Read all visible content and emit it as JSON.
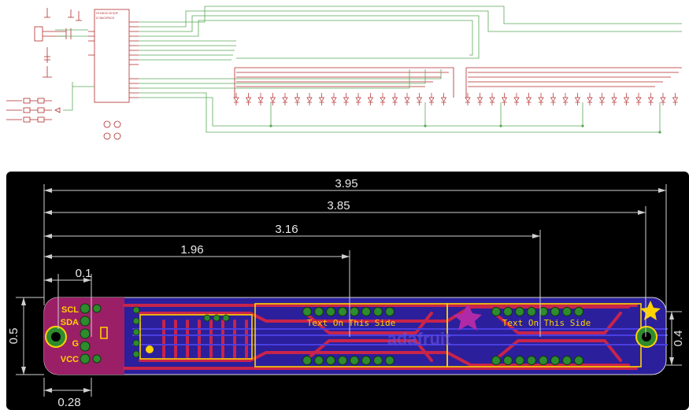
{
  "dimensions": {
    "overall_length": "3.95",
    "body_length": "3.85",
    "to_second_display": "3.16",
    "to_first_display": "1.96",
    "pin_offset": "0.1",
    "board_height": "0.5",
    "board_height_right": "0.4",
    "pin_inset": "0.28"
  },
  "header_labels": [
    "SCL",
    "SDA",
    "G",
    "VCC"
  ],
  "silkscreen": {
    "display_1": "Text On This Side",
    "display_2": "Text On This Side",
    "logo": "adafruit"
  },
  "colors": {
    "background": "#000000",
    "top_copper": "#c8244a",
    "bottom_copper": "#3a2fd0",
    "board_fill": "#7a1f6a",
    "pad": "#2e8b2e",
    "silkscreen": "#ffd200",
    "dimension_line": "#cfcfcf",
    "schematic_wire": "#58a858",
    "schematic_part": "#b22a2a"
  }
}
